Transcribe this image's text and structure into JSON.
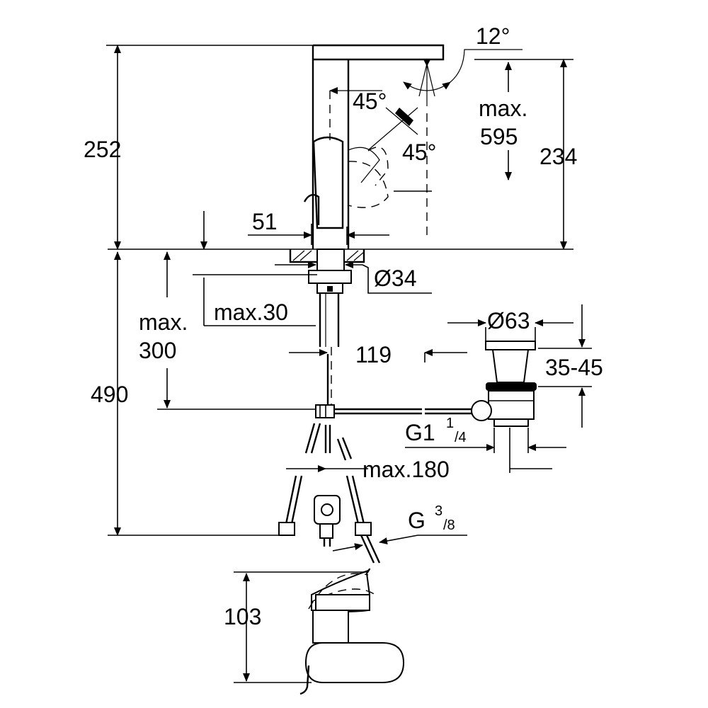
{
  "dimensions": {
    "total_height_above_deck": "252",
    "spout_height": "234",
    "lever_angle_top": "45°",
    "lever_angle_bottom": "45°",
    "spray_angle": "12°",
    "max_reach_label": "max.",
    "max_reach_value": "595",
    "lever_offset": "51",
    "shank_diameter": "Ø34",
    "max_deck_label": "max.30",
    "max_hose_label": "max.",
    "max_hose_value": "300",
    "under_deck_height": "490",
    "waste_offset": "119",
    "waste_diameter": "Ø63",
    "waste_range": "35-45",
    "waste_thread_main": "G1",
    "waste_thread_num": "1",
    "waste_thread_den": "/4",
    "rod_length": "max.180",
    "hose_thread_main": "G",
    "hose_thread_num": "3",
    "hose_thread_den": "/8",
    "top_view_height": "103"
  }
}
